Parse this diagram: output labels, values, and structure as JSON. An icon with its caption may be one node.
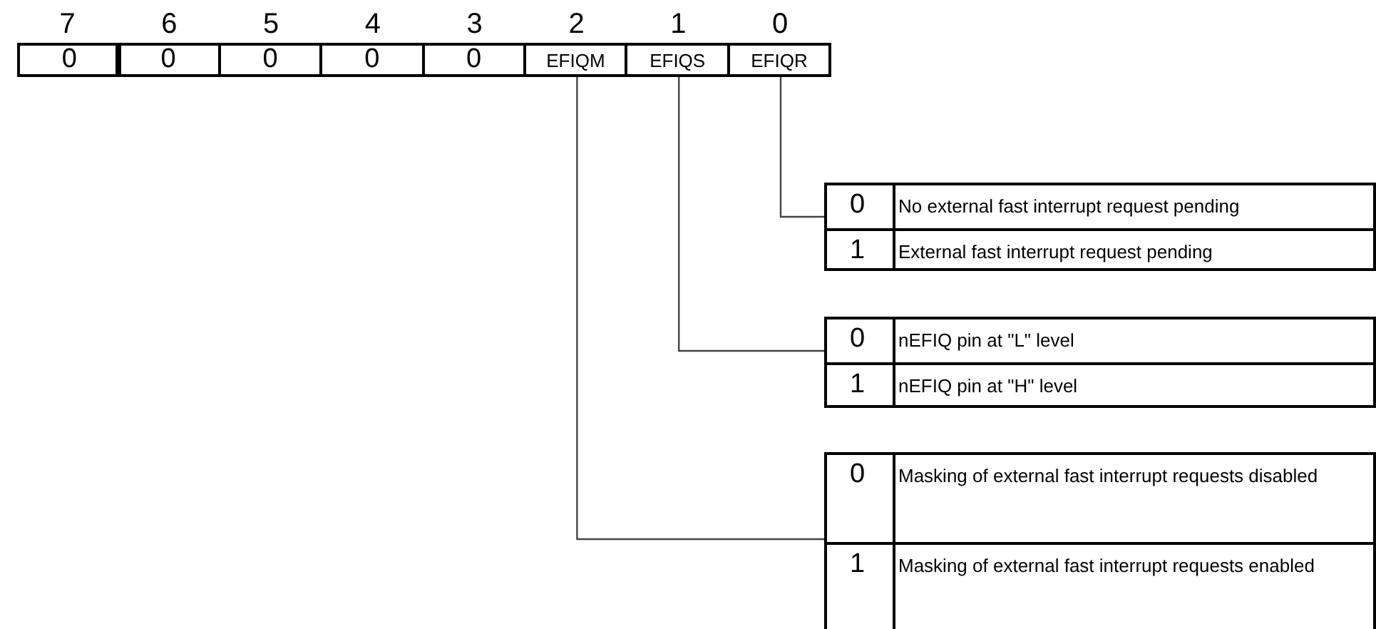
{
  "diagram": {
    "nodes": [
      {
        "text": [
          "0"
        ]
      },
      {
        "text": [
          "0"
        ]
      },
      {
        "text": [
          "0"
        ]
      },
      {
        "text": [
          "0"
        ]
      },
      {
        "text": [
          "0"
        ]
      },
      {
        "text": [
          "EFIQM"
        ]
      },
      {
        "text": [
          "EFIQS"
        ]
      },
      {
        "text": [
          "EFIQR"
        ]
      },
      {
        "text": [
          "0",
          "No external fast interrupt request pending",
          "1",
          "External fast interrupt request pending"
        ]
      },
      {
        "text": [
          "0",
          "nEFIQ pin at \"L\" level",
          "1",
          "nEFIQ pin at \"H\" level"
        ]
      },
      {
        "text": [
          "0",
          "Masking of external fast interrupt requests disabled",
          "1",
          "Masking of external fast interrupt requests enabled"
        ]
      }
    ],
    "edges": [
      {
        "from": 7,
        "to": 8,
        "arrow": "none"
      },
      {
        "from": 6,
        "to": 9,
        "arrow": "none"
      },
      {
        "from": 5,
        "to": 10,
        "arrow": "none"
      }
    ],
    "labels": [
      "7",
      "6",
      "5",
      "4",
      "3",
      "2",
      "1",
      "0"
    ]
  }
}
